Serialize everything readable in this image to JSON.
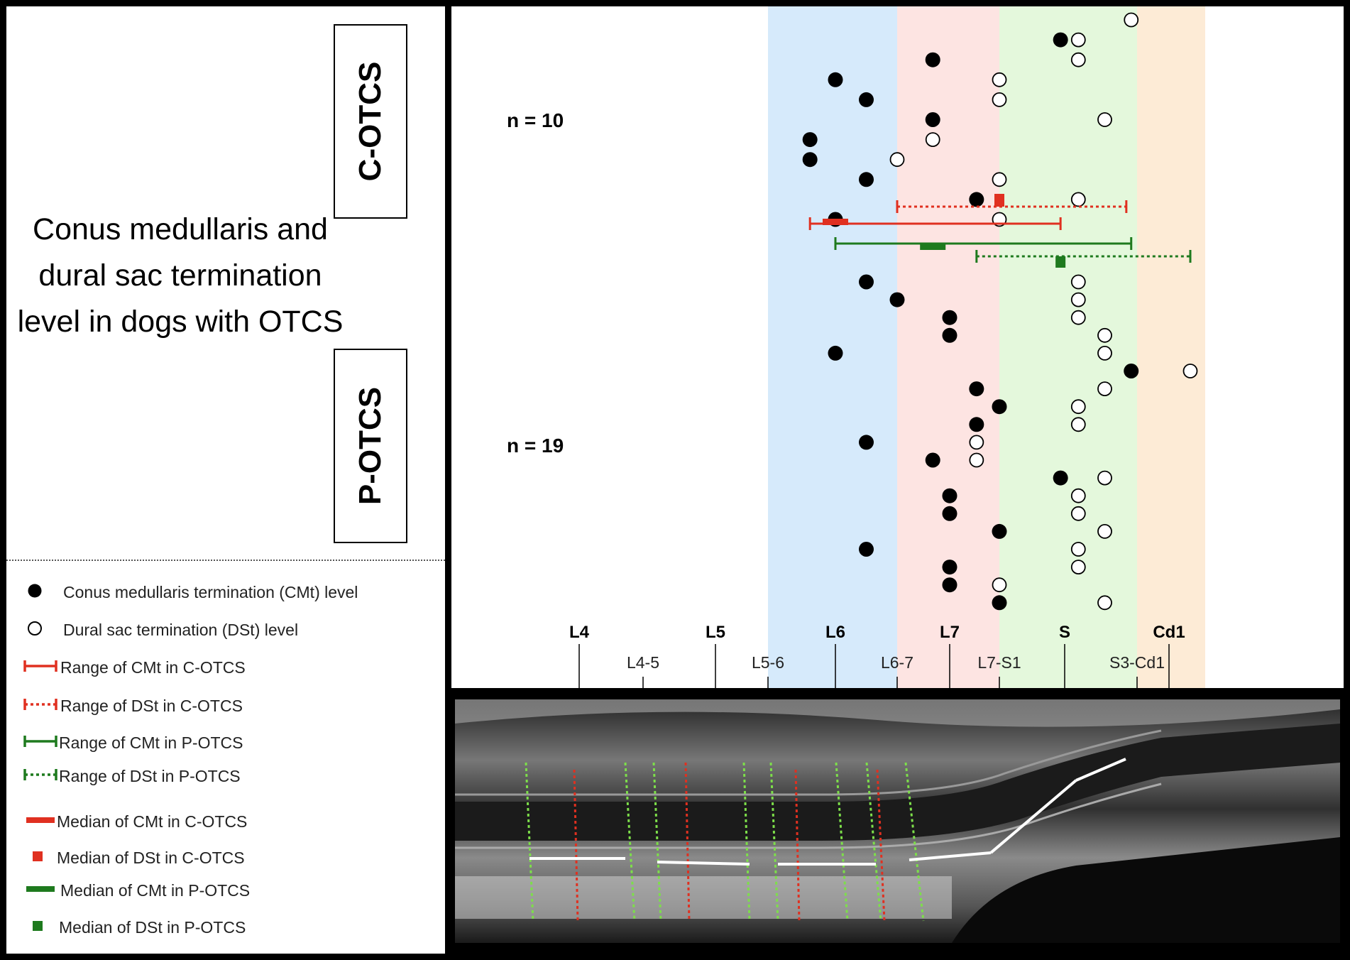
{
  "title": "Conus medullaris and dural sac termination level in dogs with OTCS",
  "groups": [
    {
      "label": "C-OTCS",
      "n_label": "n = 10"
    },
    {
      "label": "P-OTCS",
      "n_label": "n = 19"
    }
  ],
  "legend": [
    {
      "icon": "filled-circle",
      "label": "Conus medullaris termination (CMt) level"
    },
    {
      "icon": "open-circle",
      "label": "Dural sac termination (DSt) level"
    },
    {
      "icon": "range-solid",
      "color": "#e03020",
      "label": "Range of CMt in C-OTCS"
    },
    {
      "icon": "range-dotted",
      "color": "#e03020",
      "label": "Range of DSt in C-OTCS"
    },
    {
      "icon": "range-solid",
      "color": "#1e7a1e",
      "label": "Range of CMt in P-OTCS"
    },
    {
      "icon": "range-dotted",
      "color": "#1e7a1e",
      "label": "Range of DSt in P-OTCS"
    },
    {
      "icon": "median-bar",
      "color": "#e03020",
      "label": "Median of CMt in C-OTCS"
    },
    {
      "icon": "median-square",
      "color": "#e03020",
      "label": "Median of DSt in C-OTCS"
    },
    {
      "icon": "median-bar",
      "color": "#1e7a1e",
      "label": "Median of CMt in P-OTCS"
    },
    {
      "icon": "median-square",
      "color": "#1e7a1e",
      "label": "Median of DSt in P-OTCS"
    }
  ],
  "colors": {
    "red": "#e03020",
    "green": "#1e7a1e",
    "band_L6": "#d6eafb",
    "band_L7": "#fde4e2",
    "band_S": "#e4f8dc",
    "band_Cd1": "#fdebd6"
  },
  "chart_data": {
    "type": "scatter",
    "x_axis": {
      "note_units": "vertebral level index (L4=0, L5=1, L6=2, L7=3, S=4, Cd1=5)",
      "major_ticks": [
        {
          "label": "L4",
          "value": 0
        },
        {
          "label": "L5",
          "value": 1
        },
        {
          "label": "L6",
          "value": 2
        },
        {
          "label": "L7",
          "value": 3
        },
        {
          "label": "S",
          "value": 4
        },
        {
          "label": "Cd1",
          "value": 5
        }
      ],
      "minor_ticks": [
        {
          "label": "L4-5",
          "value": 0.47
        },
        {
          "label": "L5-6",
          "value": 1.39
        },
        {
          "label": "L6-7",
          "value": 2.44
        },
        {
          "label": "L7-S1",
          "value": 3.37
        },
        {
          "label": "S3-Cd1",
          "value": 4.74
        }
      ]
    },
    "bands": [
      {
        "name": "L6",
        "from": 1.39,
        "to": 2.44
      },
      {
        "name": "L7",
        "from": 2.44,
        "to": 3.37
      },
      {
        "name": "S",
        "from": 3.37,
        "to": 4.74
      },
      {
        "name": "Cd1",
        "from": 4.74,
        "to": 5.34
      }
    ],
    "series": [
      {
        "name": "C-OTCS",
        "rows": [
          {
            "cm": null,
            "ds": 4.68
          },
          {
            "cm": 3.96,
            "ds": 4.14
          },
          {
            "cm": 2.82,
            "ds": 4.14
          },
          {
            "cm": 2.0,
            "ds": 3.37
          },
          {
            "cm": 2.22,
            "ds": 3.37
          },
          {
            "cm": 2.82,
            "ds": 4.41
          },
          {
            "cm": 1.77,
            "ds": 2.82
          },
          {
            "cm": 1.77,
            "ds": 2.44
          },
          {
            "cm": 2.22,
            "ds": 3.37
          },
          {
            "cm": 3.2,
            "ds": 4.14
          },
          {
            "cm": 2.0,
            "ds": 3.37
          }
        ],
        "cm_range": [
          1.77,
          3.96
        ],
        "cm_median": 2.0,
        "ds_range": [
          2.44,
          4.63
        ],
        "ds_median": 3.37
      },
      {
        "name": "P-OTCS",
        "rows": [
          {
            "cm": 2.22,
            "ds": 4.14
          },
          {
            "cm": 2.44,
            "ds": 4.14
          },
          {
            "cm": 3.0,
            "ds": 4.14
          },
          {
            "cm": 3.0,
            "ds": 4.41
          },
          {
            "cm": 2.0,
            "ds": 4.41
          },
          {
            "cm": 4.68,
            "ds": 5.2
          },
          {
            "cm": 3.2,
            "ds": 4.41
          },
          {
            "cm": 3.37,
            "ds": 4.14
          },
          {
            "cm": 3.2,
            "ds": 4.14
          },
          {
            "cm": 2.22,
            "ds": 3.2
          },
          {
            "cm": 2.82,
            "ds": 3.2
          },
          {
            "cm": 3.96,
            "ds": 4.41
          },
          {
            "cm": 3.0,
            "ds": 4.14
          },
          {
            "cm": 3.0,
            "ds": 4.14
          },
          {
            "cm": 3.37,
            "ds": 4.41
          },
          {
            "cm": 2.22,
            "ds": 4.14
          },
          {
            "cm": 3.0,
            "ds": 4.14
          },
          {
            "cm": 3.0,
            "ds": 3.37
          },
          {
            "cm": 3.37,
            "ds": 4.41
          }
        ],
        "cm_range": [
          2.0,
          4.68
        ],
        "cm_median": 2.82,
        "ds_range": [
          3.2,
          5.2
        ],
        "ds_median": 3.96
      }
    ]
  },
  "mri": {
    "description_icon": "mri-sagittal-spine-image"
  }
}
